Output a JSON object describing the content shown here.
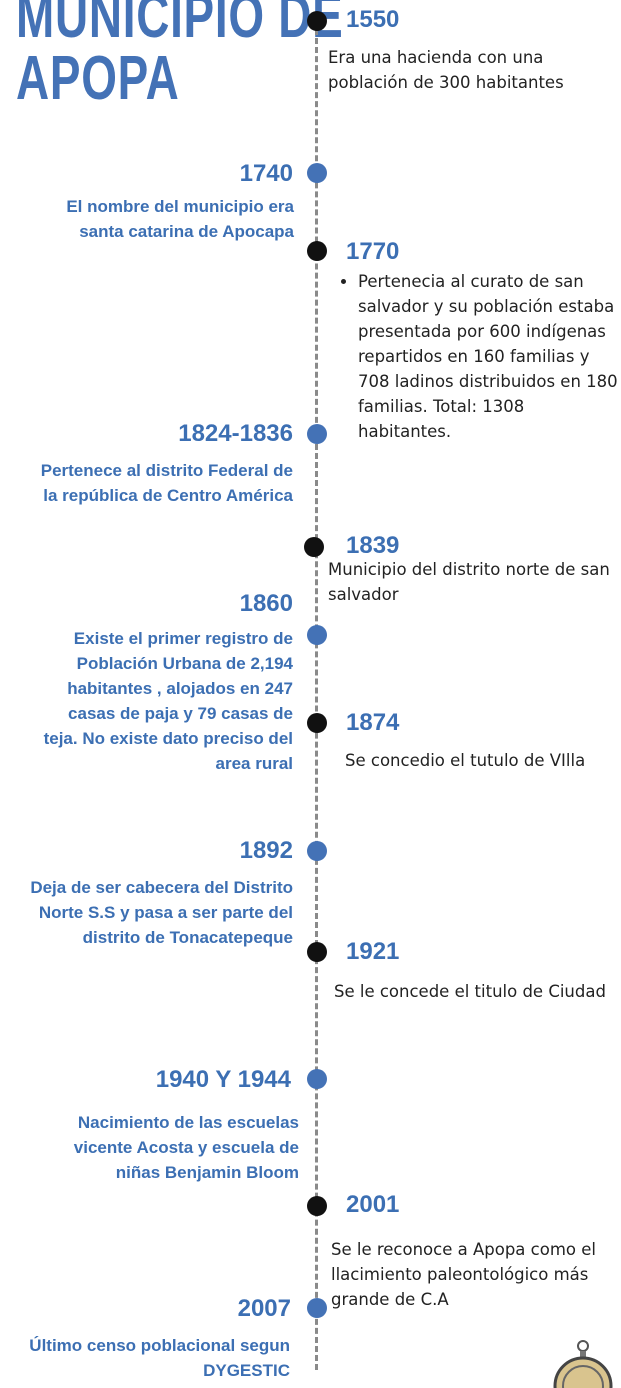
{
  "title": {
    "line1": "MUNICIPIO DE",
    "line2": "APOPA"
  },
  "events": [
    {
      "year": "1550",
      "text": "Era una hacienda con una población de 300 habitantes"
    },
    {
      "year": "1740",
      "text": "El nombre del municipio era santa catarina de Apocapa"
    },
    {
      "year": "1770",
      "text": "Pertenecia al curato de san salvador y su población estaba presentada por 600 indígenas repartidos en 160 familias y 708 ladinos distribuidos en 180 familias. Total: 1308 habitantes."
    },
    {
      "year": "1824-1836",
      "text": "Pertenece al distrito Federal de la república de Centro América"
    },
    {
      "year": "1839",
      "text": "Municipio del distrito norte de san salvador"
    },
    {
      "year": "1860",
      "text": "Existe  el primer registro de Población Urbana  de 2,194 habitantes , alojados en 247 casas  de paja  y 79 casas de teja.  No existe dato preciso del area rural"
    },
    {
      "year": "1874",
      "text": "Se concedio el tutulo de VIlla"
    },
    {
      "year": "1892",
      "text": "Deja de ser cabecera del Distrito Norte S.S y pasa a ser parte del distrito de Tonacatepeque"
    },
    {
      "year": "1921",
      "text": "Se le concede el titulo de Ciudad"
    },
    {
      "year": "1940 Y 1944",
      "text": "Nacimiento de las escuelas vicente Acosta y escuela de niñas Benjamin Bloom"
    },
    {
      "year": "2001",
      "text": "Se le reconoce a Apopa como el llacimiento paleontológico más grande de C.A"
    },
    {
      "year": "2007",
      "text": "Último censo poblacional segun DYGESTIC"
    }
  ],
  "colors": {
    "accent": "#3c6fb3",
    "dark_dot": "#111111",
    "axis": "#8a8a8a"
  },
  "icons": [
    "compass-icon"
  ]
}
